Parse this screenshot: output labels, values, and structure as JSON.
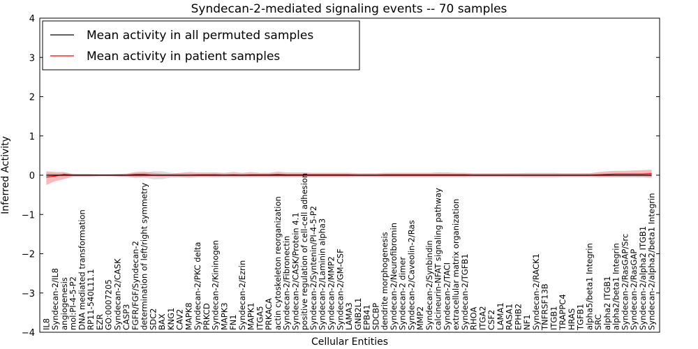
{
  "chart_data": {
    "type": "line",
    "title": "Syndecan-2-mediated signaling events -- 70 samples",
    "xlabel": "Cellular Entities",
    "ylabel": "Inferred Activity",
    "ylim": [
      -4,
      4
    ],
    "yticks": [
      4,
      3,
      2,
      1,
      0,
      -1,
      -2,
      -3,
      -4
    ],
    "grid": false,
    "legend_position": "top-left",
    "colors": {
      "permuted": "#000000",
      "patient": "#ff0000",
      "patient_band": "#f08080",
      "permuted_band": "#c0c0c8"
    },
    "categories": [
      "IL8",
      "Syndecan-2/IL8",
      "angiogenesis",
      "mol:PI-4-5-P2",
      "DNA mediated transformation",
      "RP11-540L11.1",
      "EZR",
      "GO:0007205",
      "Syndecan-2/CASK",
      "CASP3",
      "FGFR/FGF/Syndecan-2",
      "determination of left/right symmetry",
      "SDC2",
      "BAX",
      "KNG1",
      "CAV2",
      "MAPK8",
      "Syndecan-2/PKC delta",
      "PRKCD",
      "Syndecan-2/Kininogen",
      "MAPK3",
      "FN1",
      "Syndecan-2/Ezrin",
      "MAPK1",
      "ITGA5",
      "PRKACA",
      "actin cytoskeleton reorganization",
      "Syndecan-2/Fibronectin",
      "Syndecan-2/CASK/Protein 4.1",
      "positive regulation of cell-cell adhesion",
      "Syndecan-2/Syntenin/PI-4-5-P2",
      "Syndecan-2/Laminin alpha3",
      "Syndecan-2/MMP2",
      "Syndecan-2/GM-CSF",
      "LAMA3",
      "GNB2L1",
      "EPB41",
      "SDCBP",
      "dendrite morphogenesis",
      "Syndecan-2/Neurofibromin",
      "Syndecan-2 dimer",
      "Syndecan-2/Caveolin-2/Ras",
      "MMP2",
      "Syndecan-2/Synbindin",
      "calcineurin-NFAT signaling pathway",
      "Syndecan-2/TACI",
      "extracellular matrix organization",
      "Syndecan-2/TGFB1",
      "RHOA",
      "ITGA2",
      "CSF2",
      "LAMA1",
      "RASA1",
      "EPHB2",
      "NF1",
      "Syndecan-2/RACK1",
      "TNFRSF13B",
      "ITGB1",
      "TRAPPC4",
      "HRAS",
      "TGFB1",
      "alpha5/beta1 Integrin",
      "SRC",
      "alpha2 ITGB1",
      "alpha2/beta1 Integrin",
      "Syndecan-2/RasGAP/Src",
      "Syndecan-2/RasGAP",
      "Syndecan-2/alpha2 ITGB1",
      "Syndecan-2/alpha2/beta1 Integrin"
    ],
    "series": [
      {
        "name": "Mean activity in all permuted samples",
        "values": [
          0.0,
          0.0,
          0.0,
          0.0,
          0.0,
          0.0,
          0.0,
          0.0,
          0.0,
          0.0,
          0.0,
          0.0,
          0.0,
          0.0,
          0.0,
          0.0,
          0.0,
          0.0,
          0.0,
          0.0,
          0.0,
          0.0,
          0.0,
          0.0,
          0.0,
          0.0,
          0.0,
          0.0,
          0.0,
          0.0,
          0.0,
          0.0,
          0.0,
          0.0,
          0.0,
          0.0,
          0.0,
          0.0,
          0.0,
          0.0,
          0.0,
          0.0,
          0.0,
          0.0,
          0.0,
          0.0,
          0.0,
          0.0,
          0.0,
          0.0,
          0.0,
          0.0,
          0.0,
          0.0,
          0.0,
          0.0,
          0.0,
          0.0,
          0.0,
          0.0,
          0.0,
          0.0,
          0.0,
          0.0,
          0.0,
          0.0,
          0.0,
          0.0,
          0.0
        ],
        "lower": [
          -0.06,
          -0.05,
          -0.05,
          -0.04,
          -0.03,
          -0.03,
          -0.03,
          -0.03,
          -0.03,
          -0.04,
          -0.05,
          -0.06,
          -0.1,
          -0.1,
          -0.06,
          -0.05,
          -0.05,
          -0.04,
          -0.04,
          -0.05,
          -0.04,
          -0.04,
          -0.04,
          -0.04,
          -0.04,
          -0.04,
          -0.04,
          -0.04,
          -0.04,
          -0.04,
          -0.04,
          -0.04,
          -0.04,
          -0.04,
          -0.04,
          -0.04,
          -0.04,
          -0.04,
          -0.04,
          -0.04,
          -0.04,
          -0.04,
          -0.04,
          -0.04,
          -0.04,
          -0.04,
          -0.04,
          -0.04,
          -0.04,
          -0.04,
          -0.04,
          -0.04,
          -0.05,
          -0.05,
          -0.06,
          -0.06,
          -0.06,
          -0.06,
          -0.05,
          -0.05,
          -0.05,
          -0.05,
          -0.05,
          -0.05,
          -0.05,
          -0.05,
          -0.05,
          -0.05,
          -0.05
        ],
        "upper": [
          0.06,
          0.05,
          0.05,
          0.04,
          0.03,
          0.03,
          0.03,
          0.03,
          0.03,
          0.04,
          0.05,
          0.06,
          0.1,
          0.1,
          0.06,
          0.05,
          0.05,
          0.04,
          0.04,
          0.05,
          0.04,
          0.04,
          0.04,
          0.04,
          0.04,
          0.04,
          0.04,
          0.04,
          0.04,
          0.04,
          0.04,
          0.04,
          0.04,
          0.04,
          0.04,
          0.04,
          0.04,
          0.04,
          0.04,
          0.04,
          0.04,
          0.04,
          0.04,
          0.04,
          0.04,
          0.04,
          0.04,
          0.04,
          0.04,
          0.04,
          0.04,
          0.04,
          0.05,
          0.05,
          0.06,
          0.06,
          0.06,
          0.06,
          0.05,
          0.05,
          0.05,
          0.05,
          0.05,
          0.05,
          0.05,
          0.05,
          0.05,
          0.05,
          0.05
        ]
      },
      {
        "name": "Mean activity in patient samples",
        "values": [
          -0.05,
          -0.02,
          0.02,
          0.0,
          0.0,
          0.0,
          0.0,
          0.0,
          0.0,
          0.0,
          0.02,
          0.02,
          0.0,
          0.0,
          0.0,
          0.0,
          0.0,
          0.01,
          0.01,
          0.01,
          0.0,
          0.01,
          0.0,
          0.01,
          0.01,
          0.01,
          0.02,
          0.01,
          0.01,
          0.01,
          0.01,
          0.01,
          0.01,
          0.01,
          0.01,
          0.0,
          0.0,
          0.0,
          0.01,
          0.01,
          0.01,
          0.01,
          0.01,
          0.01,
          0.01,
          0.01,
          0.01,
          0.01,
          0.0,
          0.0,
          0.0,
          0.0,
          0.0,
          0.0,
          0.0,
          0.0,
          0.0,
          0.0,
          0.0,
          0.0,
          0.0,
          0.0,
          0.01,
          0.02,
          0.03,
          0.03,
          0.03,
          0.03,
          0.04
        ],
        "lower": [
          -0.25,
          -0.15,
          -0.1,
          -0.03,
          -0.03,
          -0.03,
          -0.02,
          -0.02,
          -0.03,
          -0.04,
          -0.06,
          -0.05,
          -0.03,
          -0.04,
          -0.04,
          -0.05,
          -0.06,
          -0.05,
          -0.05,
          -0.05,
          -0.05,
          -0.05,
          -0.05,
          -0.05,
          -0.05,
          -0.05,
          -0.05,
          -0.05,
          -0.05,
          -0.05,
          -0.05,
          -0.05,
          -0.05,
          -0.05,
          -0.05,
          -0.04,
          -0.04,
          -0.04,
          -0.05,
          -0.05,
          -0.05,
          -0.05,
          -0.05,
          -0.05,
          -0.05,
          -0.05,
          -0.05,
          -0.05,
          -0.04,
          -0.04,
          -0.04,
          -0.04,
          -0.04,
          -0.04,
          -0.04,
          -0.04,
          -0.04,
          -0.04,
          -0.04,
          -0.04,
          -0.04,
          -0.04,
          -0.05,
          -0.05,
          -0.05,
          -0.05,
          -0.05,
          -0.05,
          -0.06
        ],
        "upper": [
          0.1,
          0.08,
          0.08,
          0.03,
          0.03,
          0.03,
          0.02,
          0.02,
          0.03,
          0.04,
          0.08,
          0.09,
          0.06,
          0.04,
          0.04,
          0.06,
          0.08,
          0.07,
          0.07,
          0.07,
          0.06,
          0.08,
          0.06,
          0.08,
          0.06,
          0.06,
          0.09,
          0.07,
          0.07,
          0.07,
          0.06,
          0.06,
          0.06,
          0.06,
          0.06,
          0.05,
          0.05,
          0.05,
          0.06,
          0.06,
          0.06,
          0.06,
          0.06,
          0.06,
          0.07,
          0.07,
          0.06,
          0.06,
          0.05,
          0.05,
          0.05,
          0.05,
          0.05,
          0.05,
          0.05,
          0.05,
          0.05,
          0.05,
          0.05,
          0.05,
          0.05,
          0.05,
          0.08,
          0.1,
          0.11,
          0.11,
          0.12,
          0.13,
          0.14
        ]
      }
    ]
  }
}
